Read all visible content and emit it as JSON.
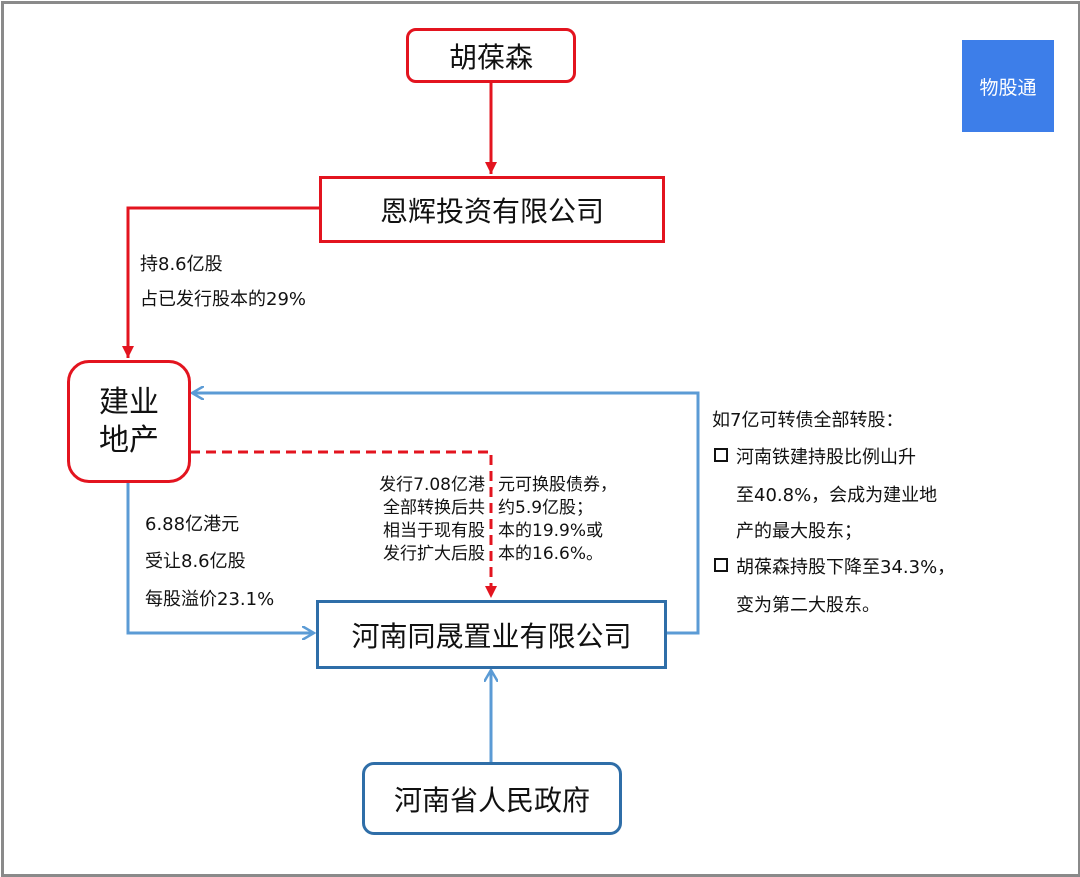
{
  "logo": {
    "text": "物股通"
  },
  "colors": {
    "control": "#e3141f",
    "other": "#2f6ea8",
    "logo": "#3d7ee9"
  },
  "nodes": {
    "hu": "胡葆森",
    "enhui": "恩辉投资有限公司",
    "jianye": [
      "建业",
      "地产"
    ],
    "tongsheng": "河南同晟置业有限公司",
    "gov": "河南省人民政府"
  },
  "labels": {
    "enhui_holding": [
      "持8.6亿股",
      "占已发行股本的29%"
    ],
    "transfer": [
      "6.88亿港元",
      "受让8.6亿股",
      "每股溢价23.1%"
    ],
    "bond_left": [
      "发行7.08亿港",
      "全部转换后共",
      "相当于现有股",
      "发行扩大后股"
    ],
    "bond_right": [
      "元可换股债券，",
      "约5.9亿股；",
      "本的19.9%或",
      "本的16.6%。"
    ],
    "conversion": {
      "heading": "如7亿可转债全部转股：",
      "bullet1": [
        "河南铁建持股比例山升",
        "至40.8%，会成为建业地",
        "产的最大股东；"
      ],
      "bullet2": [
        "胡葆森持股下降至34.3%，",
        "变为第二大股东。"
      ]
    }
  }
}
